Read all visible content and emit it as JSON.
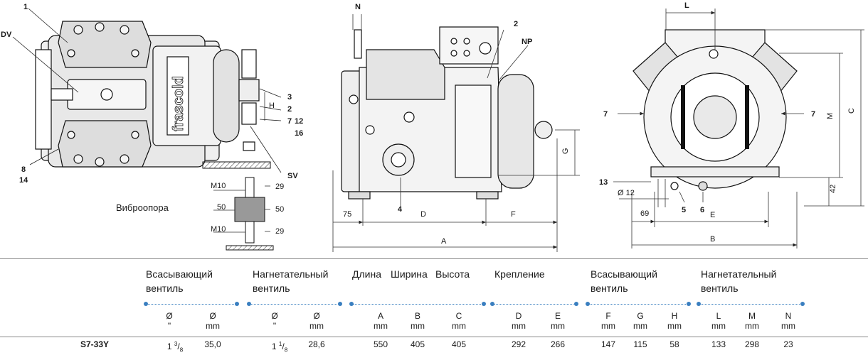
{
  "callouts": {
    "c1": "1",
    "dv": "DV",
    "c8": "8",
    "c14": "14",
    "c3": "3",
    "c2a": "2",
    "c7a": "7",
    "c12": "12",
    "c16": "16",
    "sv": "SV",
    "n": "N",
    "c2b": "2",
    "np": "NP",
    "c4": "4",
    "l": "L",
    "c7b": "7",
    "c7c": "7",
    "m": "M",
    "c": "C",
    "c13": "13",
    "c5": "5",
    "c6": "6"
  },
  "dims": {
    "h": "H",
    "g": "G",
    "d75": "75",
    "d": "D",
    "f": "F",
    "a": "A",
    "m10a": "M10",
    "m10b": "M10",
    "v29a": "29",
    "v29b": "29",
    "v50a": "50",
    "v50b": "50",
    "d12": "Ø 12",
    "d69": "69",
    "e": "E",
    "b": "B",
    "d42": "42"
  },
  "caption": "Виброопора",
  "logo_text": "frascold",
  "table": {
    "headers": {
      "suction": "Всасывающий вентиль",
      "discharge": "Нагнетательный вентиль",
      "length": "Длина",
      "width": "Ширина",
      "height": "Высота",
      "mounting": "Крепление",
      "suction2": "Всасывающий вентиль",
      "discharge2": "Нагнетательный вентиль"
    },
    "sub": {
      "s_in_a": "Ø",
      "s_in_b": "\"",
      "s_mm_a": "Ø",
      "s_mm_b": "mm",
      "d_in_a": "Ø",
      "d_in_b": "\"",
      "d_mm_a": "Ø",
      "d_mm_b": "mm",
      "A": "A",
      "A_u": "mm",
      "B": "B",
      "B_u": "mm",
      "C": "C",
      "C_u": "mm",
      "D": "D",
      "D_u": "mm",
      "E": "E",
      "E_u": "mm",
      "F": "F",
      "F_u": "mm",
      "G": "G",
      "G_u": "mm",
      "H": "H",
      "H_u": "mm",
      "L": "L",
      "L_u": "mm",
      "M": "M",
      "M_u": "mm",
      "N": "N",
      "N_u": "mm"
    },
    "row": {
      "model": "S7-33Y",
      "suction_in_whole": "1",
      "suction_in_num": "3",
      "suction_in_den": "8",
      "suction_mm": "35,0",
      "discharge_in_whole": "1",
      "discharge_in_num": "1",
      "discharge_in_den": "8",
      "discharge_mm": "28,6",
      "A": "550",
      "B": "405",
      "C": "405",
      "D": "292",
      "E": "266",
      "F": "147",
      "G": "115",
      "H": "58",
      "L": "133",
      "M": "298",
      "N": "23"
    }
  }
}
